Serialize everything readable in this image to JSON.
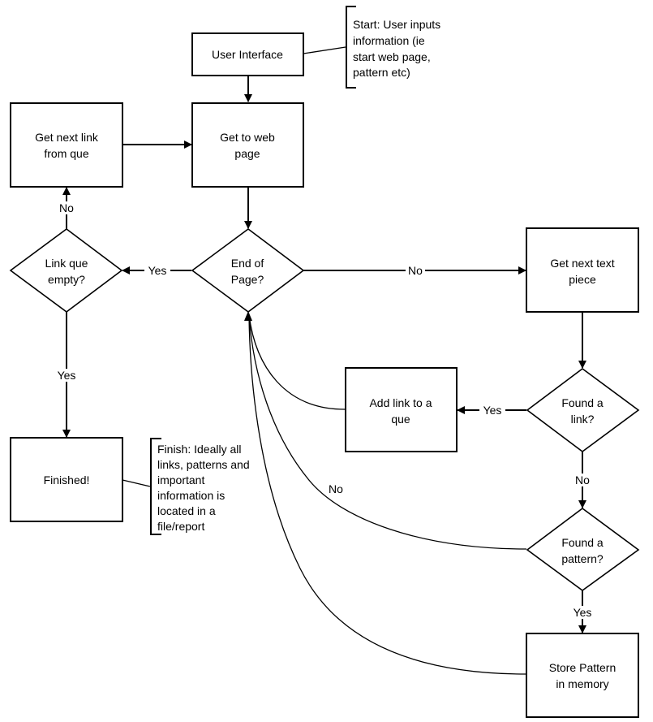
{
  "diagram": {
    "type": "flowchart",
    "nodes": {
      "user_interface": {
        "shape": "process",
        "lines": [
          "User Interface"
        ]
      },
      "get_web_page": {
        "shape": "process",
        "lines": [
          "Get to web",
          "page"
        ]
      },
      "get_next_link": {
        "shape": "process",
        "lines": [
          "Get next link",
          "from que"
        ]
      },
      "end_of_page": {
        "shape": "decision",
        "lines": [
          "End of",
          "Page?"
        ]
      },
      "link_que_empty": {
        "shape": "decision",
        "lines": [
          "Link que",
          "empty?"
        ]
      },
      "get_next_text": {
        "shape": "process",
        "lines": [
          "Get next text",
          "piece"
        ]
      },
      "found_link": {
        "shape": "decision",
        "lines": [
          "Found a",
          "link?"
        ]
      },
      "add_link": {
        "shape": "process",
        "lines": [
          "Add link to a",
          "que"
        ]
      },
      "found_pattern": {
        "shape": "decision",
        "lines": [
          "Found a",
          "pattern?"
        ]
      },
      "store_pattern": {
        "shape": "process",
        "lines": [
          "Store Pattern",
          "in memory"
        ]
      },
      "finished": {
        "shape": "process",
        "lines": [
          "Finished!"
        ]
      }
    },
    "notes": {
      "start": {
        "lines": [
          "Start: User inputs",
          "information (ie",
          "start web page,",
          "pattern etc)"
        ]
      },
      "finish": {
        "lines": [
          "Finish: Ideally all",
          "links, patterns and",
          "important",
          "information is",
          "located in a",
          "file/report"
        ]
      }
    },
    "edge_labels": {
      "end_yes": "Yes",
      "end_no": "No",
      "que_no": "No",
      "que_yes": "Yes",
      "link_yes": "Yes",
      "link_no": "No",
      "pattern_yes": "Yes",
      "pattern_no": "No"
    },
    "edges": [
      {
        "from": "user_interface",
        "to": "get_web_page"
      },
      {
        "from": "get_next_link",
        "to": "get_web_page"
      },
      {
        "from": "get_web_page",
        "to": "end_of_page"
      },
      {
        "from": "end_of_page",
        "to": "link_que_empty",
        "label": "Yes"
      },
      {
        "from": "end_of_page",
        "to": "get_next_text",
        "label": "No"
      },
      {
        "from": "link_que_empty",
        "to": "get_next_link",
        "label": "No"
      },
      {
        "from": "link_que_empty",
        "to": "finished",
        "label": "Yes"
      },
      {
        "from": "get_next_text",
        "to": "found_link"
      },
      {
        "from": "found_link",
        "to": "add_link",
        "label": "Yes"
      },
      {
        "from": "found_link",
        "to": "found_pattern",
        "label": "No"
      },
      {
        "from": "found_pattern",
        "to": "store_pattern",
        "label": "Yes"
      },
      {
        "from": "found_pattern",
        "to": "end_of_page",
        "label": "No"
      },
      {
        "from": "add_link",
        "to": "end_of_page"
      },
      {
        "from": "store_pattern",
        "to": "end_of_page"
      }
    ]
  }
}
